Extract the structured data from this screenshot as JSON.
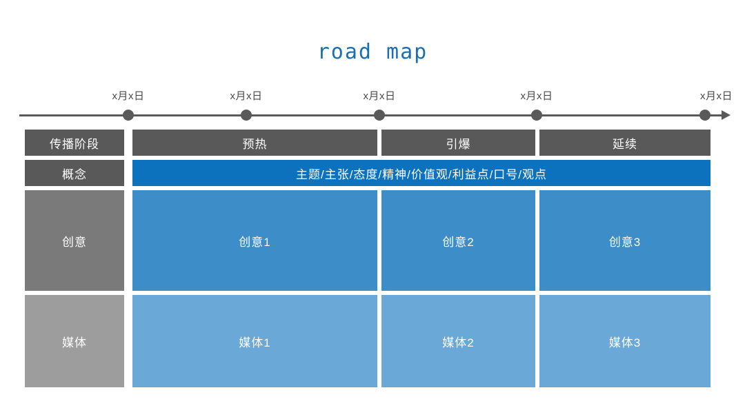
{
  "title": "road map",
  "accent_colors": {
    "title_blue": "#1b6eb0",
    "concept_blue": "#0c72be",
    "creative_blue": "#3c8dc8",
    "media_blue": "#6aa8d7",
    "label_dark_gray": "#595959",
    "label_mid_gray": "#7a7a7a",
    "label_light_gray": "#9d9d9d",
    "timeline_gray": "#595959"
  },
  "timeline": {
    "markers": [
      {
        "label": "x月x日"
      },
      {
        "label": "x月x日"
      },
      {
        "label": "x月x日"
      },
      {
        "label": "x月x日"
      },
      {
        "label": "x月x日"
      }
    ]
  },
  "grid": {
    "rows": [
      {
        "label": "传播阶段",
        "cells": [
          "预热",
          "引爆",
          "延续"
        ]
      },
      {
        "label": "概念",
        "cells": [
          "主题/主张/态度/精神/价值观/利益点/口号/观点"
        ]
      },
      {
        "label": "创意",
        "cells": [
          "创意1",
          "创意2",
          "创意3"
        ]
      },
      {
        "label": "媒体",
        "cells": [
          "媒体1",
          "媒体2",
          "媒体3"
        ]
      }
    ]
  }
}
